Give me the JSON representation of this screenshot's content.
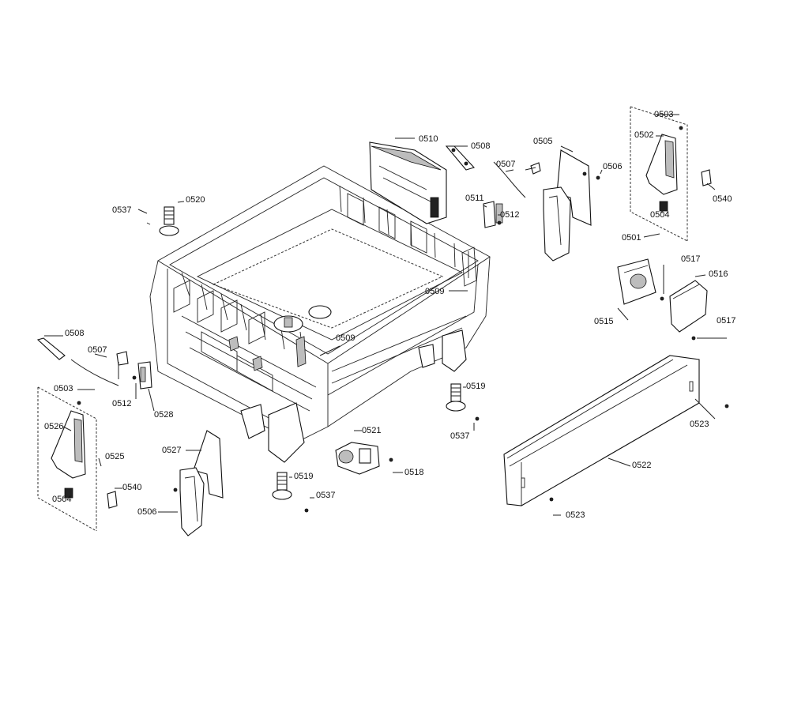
{
  "labels": [
    "0510",
    "0508",
    "0507",
    "0505",
    "0506",
    "0503",
    "0502",
    "0540",
    "0504",
    "0501",
    "0537",
    "0520",
    "0511",
    "0512",
    "0509",
    "0517",
    "0516",
    "0515",
    "0517",
    "0508",
    "0507",
    "0509",
    "0503",
    "0512",
    "0528",
    "0526",
    "0525",
    "0540",
    "0504",
    "0527",
    "0506",
    "0519",
    "0537",
    "0521",
    "0518",
    "0519",
    "0537",
    "0523",
    "0522",
    "0523"
  ]
}
